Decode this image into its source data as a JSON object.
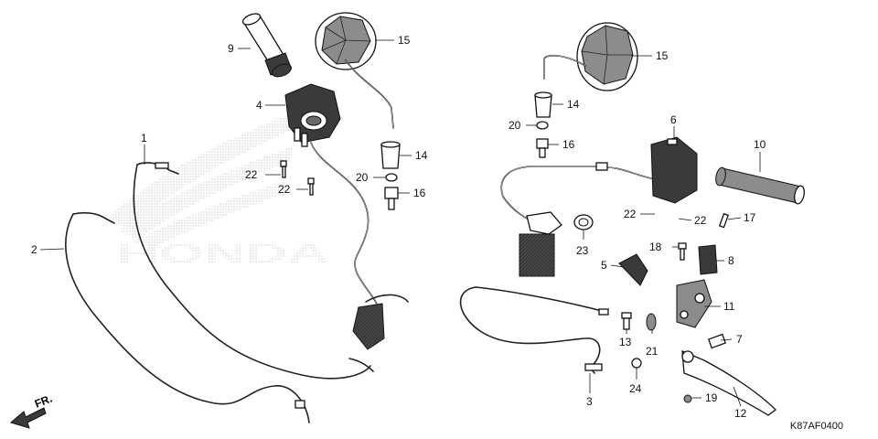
{
  "diagram": {
    "catalog_code": "K87AF0400",
    "watermark": "HONDA",
    "direction_marker": "FR.",
    "callouts": [
      "1",
      "2",
      "3",
      "4",
      "5",
      "6",
      "7",
      "8",
      "9",
      "10",
      "11",
      "12",
      "13",
      "14",
      "14",
      "15",
      "15",
      "16",
      "16",
      "17",
      "18",
      "19",
      "20",
      "20",
      "21",
      "22",
      "22",
      "22",
      "22",
      "23",
      "24"
    ]
  }
}
